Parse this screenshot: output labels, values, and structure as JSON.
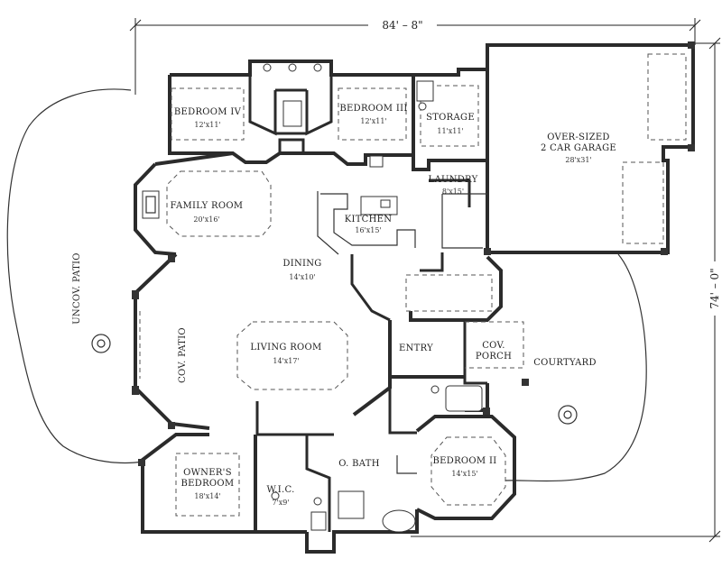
{
  "dimensions": {
    "width": "84' – 8\"",
    "depth": "74' – 0\""
  },
  "rooms": [
    {
      "key": "bedroom4",
      "name": "BEDROOM IV",
      "size": "12'x11'"
    },
    {
      "key": "bedroom3",
      "name": "BEDROOM III",
      "size": "12'x11'"
    },
    {
      "key": "storage",
      "name": "STORAGE",
      "size": "11'x11'"
    },
    {
      "key": "garage_l1",
      "name": "OVER-SIZED",
      "size": ""
    },
    {
      "key": "garage_l2",
      "name": "2 CAR GARAGE",
      "size": "28'x31'"
    },
    {
      "key": "laundry",
      "name": "LAUNDRY",
      "size": "8'x15'"
    },
    {
      "key": "family",
      "name": "FAMILY ROOM",
      "size": "20'x16'"
    },
    {
      "key": "kitchen",
      "name": "KITCHEN",
      "size": "16'x15'"
    },
    {
      "key": "dining",
      "name": "DINING",
      "size": "14'x10'"
    },
    {
      "key": "living",
      "name": "LIVING ROOM",
      "size": "14'x17'"
    },
    {
      "key": "entry",
      "name": "ENTRY",
      "size": ""
    },
    {
      "key": "porch_l1",
      "name": "COV.",
      "size": ""
    },
    {
      "key": "porch_l2",
      "name": "PORCH",
      "size": ""
    },
    {
      "key": "courtyard",
      "name": "COURTYARD",
      "size": ""
    },
    {
      "key": "owners_l1",
      "name": "OWNER'S",
      "size": ""
    },
    {
      "key": "owners_l2",
      "name": "BEDROOM",
      "size": "18'x14'"
    },
    {
      "key": "wic",
      "name": "W.I.C.",
      "size": "7'x9'"
    },
    {
      "key": "obath",
      "name": "O. BATH",
      "size": ""
    },
    {
      "key": "bedroom2",
      "name": "BEDROOM II",
      "size": "14'x15'"
    }
  ],
  "vertical_labels": {
    "uncov_patio": "UNCOV. PATIO",
    "cov_patio": "COV. PATIO"
  }
}
